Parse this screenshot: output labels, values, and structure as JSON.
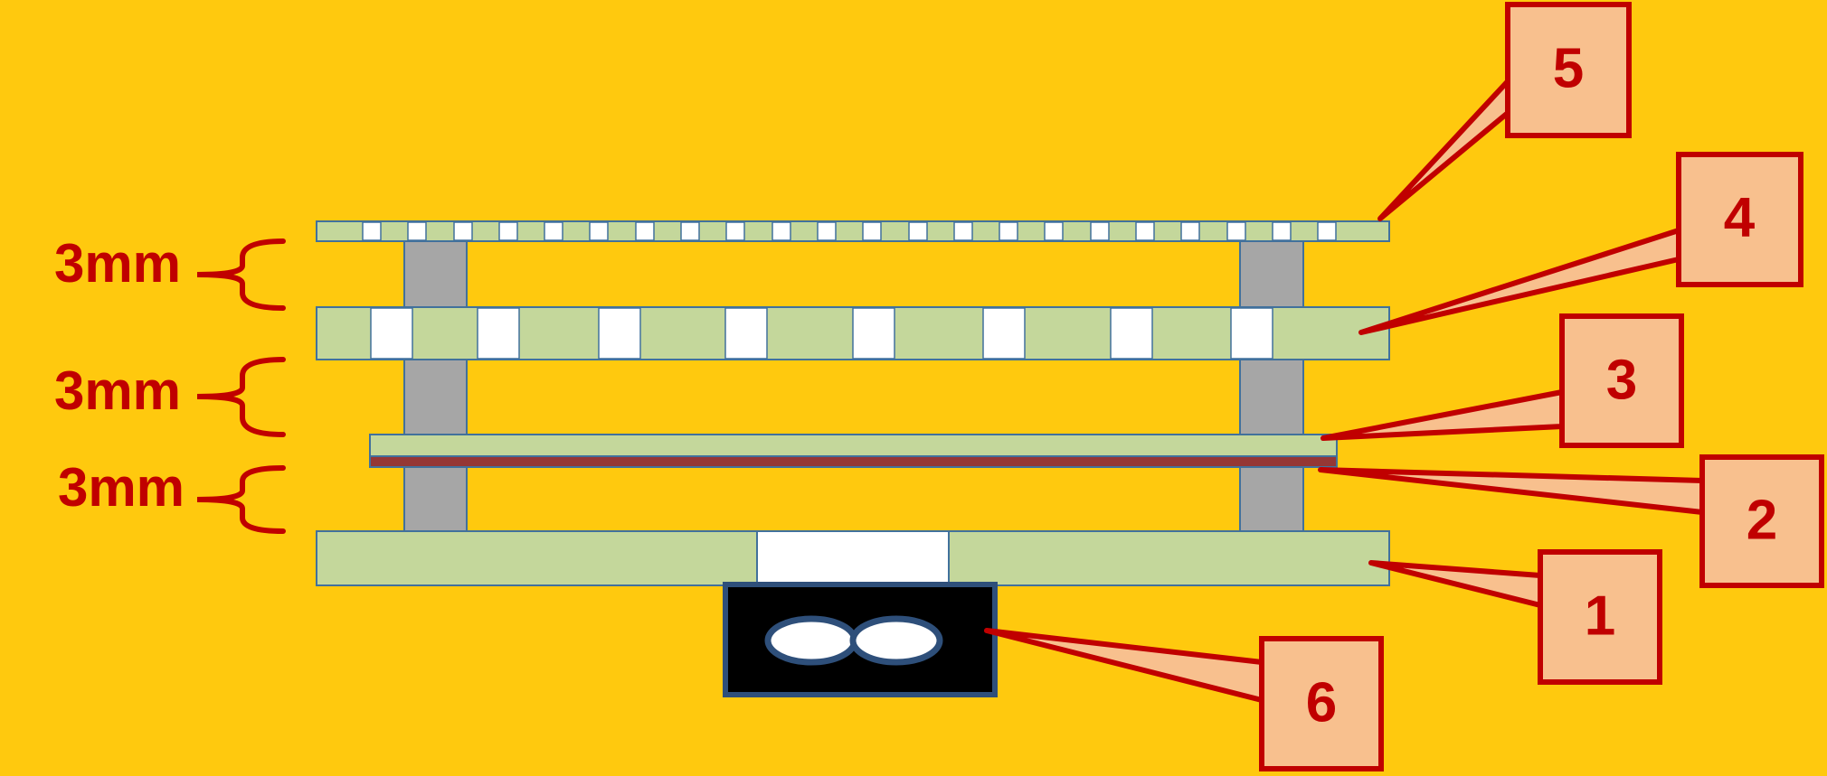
{
  "dimension_labels": [
    "3mm",
    "3mm",
    "3mm"
  ],
  "callouts": [
    {
      "label": "1"
    },
    {
      "label": "2"
    },
    {
      "label": "3"
    },
    {
      "label": "4"
    },
    {
      "label": "5"
    },
    {
      "label": "6"
    }
  ],
  "colors": {
    "background": "#FFC90E",
    "layer_fill": "#C4D79B",
    "layer_stroke": "#41719C",
    "spacer": "#A6A6A6",
    "hole": "#FFFFFF",
    "thin_layer": "#953735",
    "callout_fill": "#F8C08E",
    "callout_stroke": "#C00000",
    "label_red": "#C00000",
    "sensor_body": "#000000",
    "sensor_border": "#2E4F7A"
  }
}
